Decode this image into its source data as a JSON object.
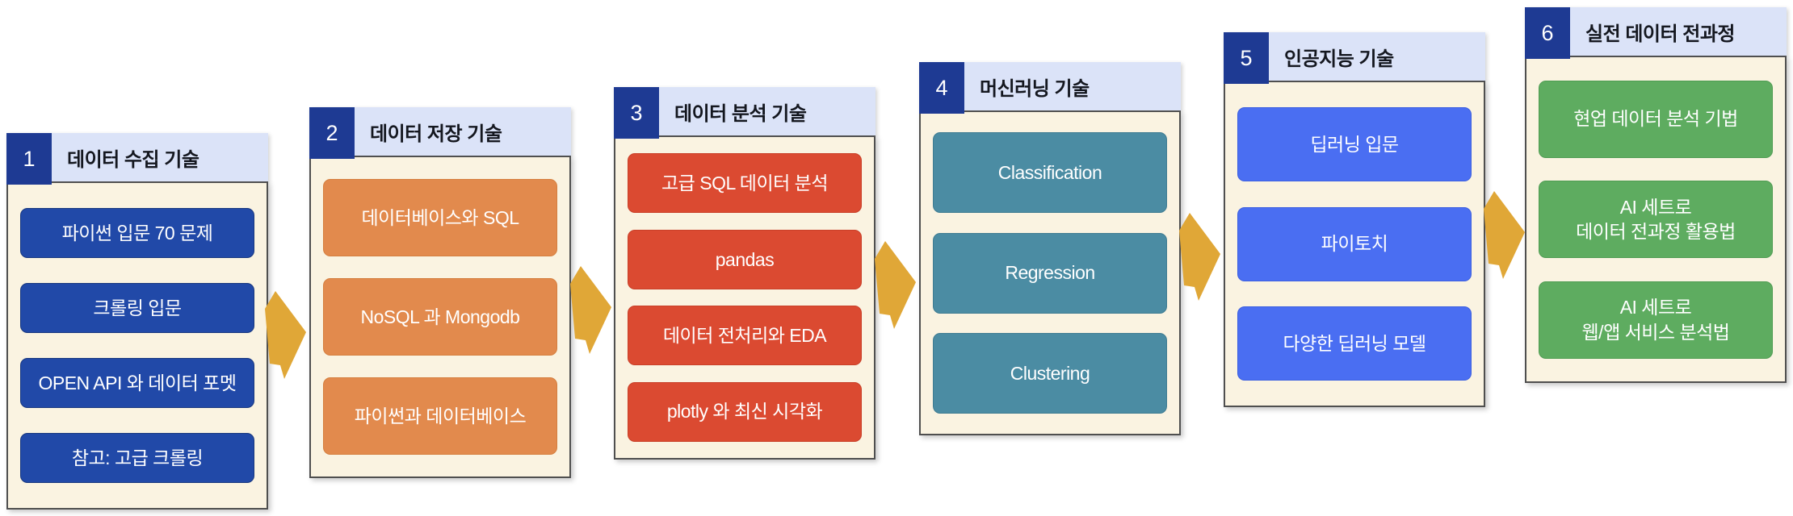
{
  "colors": {
    "header_number_bg": "#1e3a93",
    "header_bar_bg": "#dbe3f8",
    "header_text": "#14171f",
    "panel_bg": "#faf3e1",
    "panel_border": "#4f4f4f",
    "arrow": "#e0a737",
    "item_text": "#ffffff"
  },
  "stages": [
    {
      "number": "1",
      "title": "데이터 수집 기술",
      "item_color": "#2149a8",
      "item_border": "#17377f",
      "items": [
        "파이썬 입문 70 문제",
        "크롤링 입문",
        "OPEN API 와 데이터 포멧",
        "참고: 고급 크롤링"
      ]
    },
    {
      "number": "2",
      "title": "데이터 저장 기술",
      "item_color": "#e28a4d",
      "item_border": "#d57f3f",
      "items": [
        "데이터베이스와 SQL",
        "NoSQL 과 Mongodb",
        "파이썬과 데이터베이스"
      ]
    },
    {
      "number": "3",
      "title": "데이터 분석 기술",
      "item_color": "#db4a31",
      "item_border": "#c93f28",
      "items": [
        "고급 SQL 데이터 분석",
        "pandas",
        "데이터 전처리와 EDA",
        "plotly 와 최신 시각화"
      ]
    },
    {
      "number": "4",
      "title": "머신러닝 기술",
      "item_color": "#4b8ca3",
      "item_border": "#3f7c92",
      "items": [
        "Classification",
        "Regression",
        "Clustering"
      ]
    },
    {
      "number": "5",
      "title": "인공지능 기술",
      "item_color": "#4a6ef2",
      "item_border": "#3c5fe0",
      "items": [
        "딥러닝 입문",
        "파이토치",
        "다양한 딥러닝 모델"
      ]
    },
    {
      "number": "6",
      "title": "실전 데이터 전과정",
      "item_color": "#5eac60",
      "item_border": "#4f9c52",
      "items": [
        "현업 데이터 분석 기법",
        "AI 세트로\n데이터 전과정 활용법",
        "AI 세트로\n웹/앱 서비스 분석법"
      ]
    }
  ]
}
